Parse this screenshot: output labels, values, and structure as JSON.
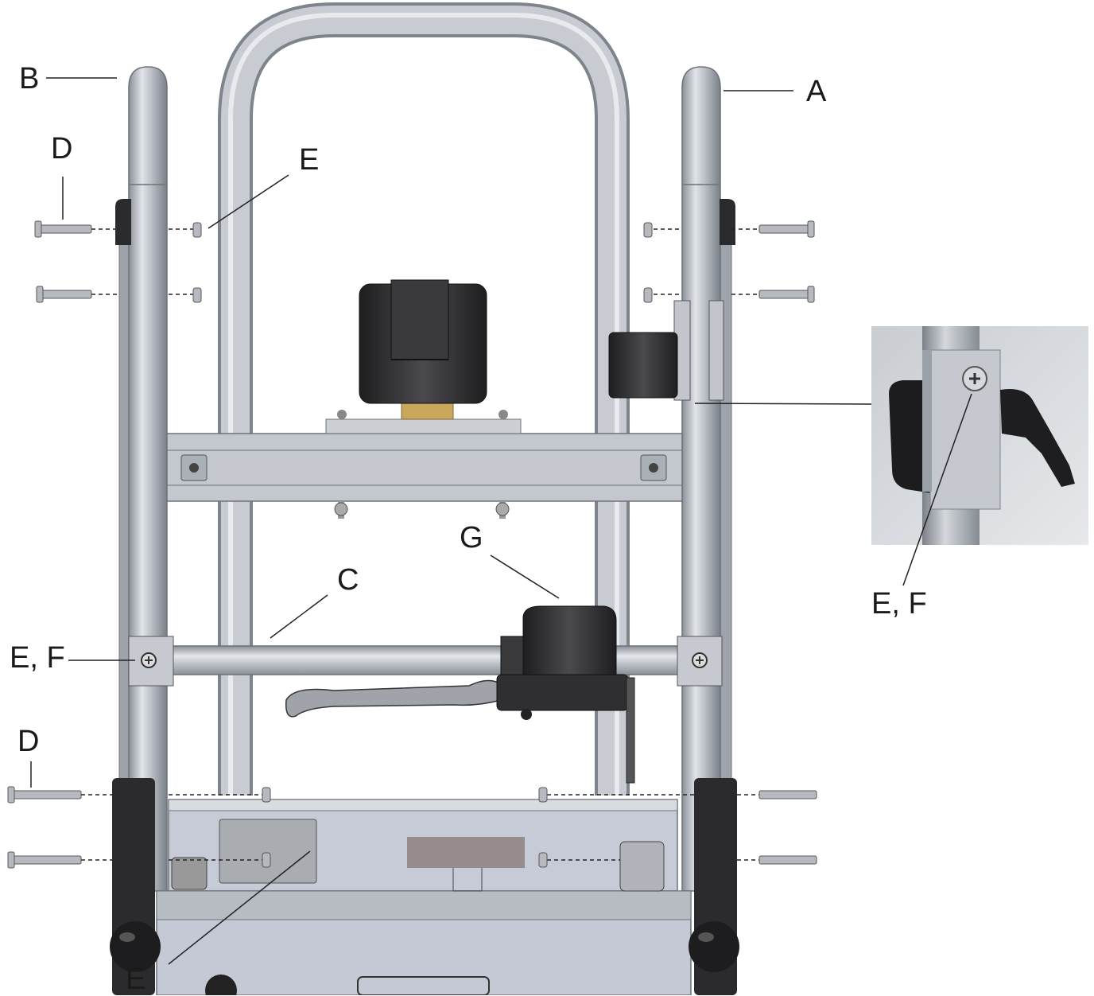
{
  "labels": {
    "a": "A",
    "b": "B",
    "c": "C",
    "d_top": "D",
    "d_bottom": "D",
    "e_top": "E",
    "e_bottom": "E",
    "ef_left": "E, F",
    "ef_photo": "E, F",
    "g": "G"
  },
  "colors": {
    "tube": "#a8adb5",
    "tube_dark": "#7e848c",
    "tube_light": "#d6d9de",
    "plate": "#bfc3ca",
    "plastic": "#2b2b2e",
    "redaction": "#958c8b",
    "leader": "#222222"
  }
}
